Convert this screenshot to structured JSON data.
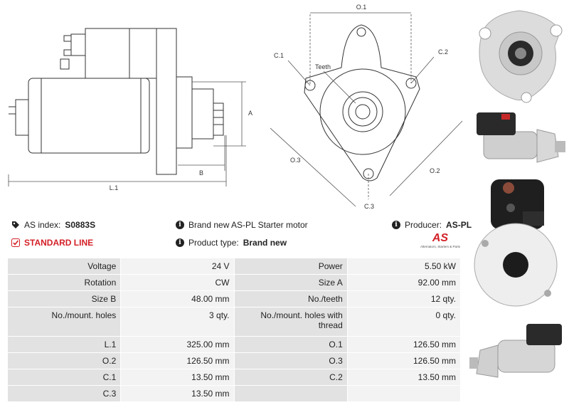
{
  "drawing": {
    "dims": {
      "a": "A",
      "b": "B",
      "l1": "L.1",
      "o1": "O.1",
      "o2": "O.2",
      "o3": "O.3",
      "c1": "C.1",
      "c2": "C.2",
      "c3": "C.3",
      "teeth": "Teeth"
    }
  },
  "info": {
    "as_index_label": "AS index:",
    "as_index_value": "S0883S",
    "standard_line": "STANDARD LINE",
    "brand_new_text": "Brand new AS-PL Starter motor",
    "product_type_label": "Product type:",
    "product_type_value": "Brand new",
    "producer_label": "Producer:",
    "producer_value": "AS-PL"
  },
  "logo": {
    "mark": "AS",
    "tagline": "Alternators, Starters & Parts"
  },
  "specs": [
    [
      "Voltage",
      "24 V",
      "Power",
      "5.50 kW"
    ],
    [
      "Rotation",
      "CW",
      "Size A",
      "92.00 mm"
    ],
    [
      "Size B",
      "48.00 mm",
      "No./teeth",
      "12 qty."
    ],
    [
      "No./mount. holes",
      "3 qty.",
      "No./mount. holes with thread",
      "0 qty."
    ],
    [
      "L.1",
      "325.00 mm",
      "O.1",
      "126.50 mm"
    ],
    [
      "O.2",
      "126.50 mm",
      "O.3",
      "126.50 mm"
    ],
    [
      "C.1",
      "13.50 mm",
      "C.2",
      "13.50 mm"
    ],
    [
      "C.3",
      "13.50 mm",
      "",
      ""
    ]
  ],
  "colors": {
    "accent_red": "#d32027",
    "label_bg": "#e2e2e2",
    "value_bg": "#f3f3f3"
  }
}
